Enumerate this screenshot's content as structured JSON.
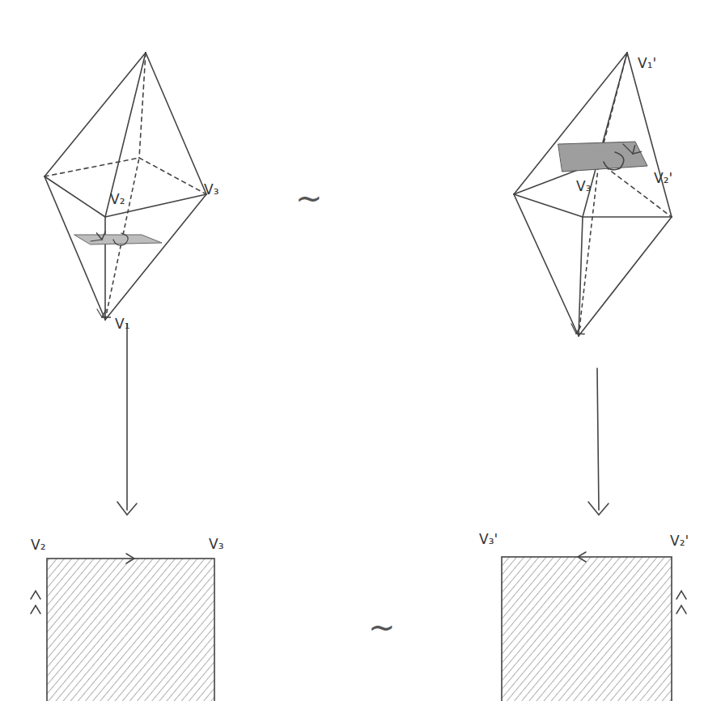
{
  "diagram": {
    "labels": [
      "V₂",
      "V₃",
      "V₁",
      "~",
      "V₁'",
      "V₂'",
      "V₃",
      "V₂",
      "V₃",
      "~",
      "V₃'",
      "V₂'"
    ]
  }
}
